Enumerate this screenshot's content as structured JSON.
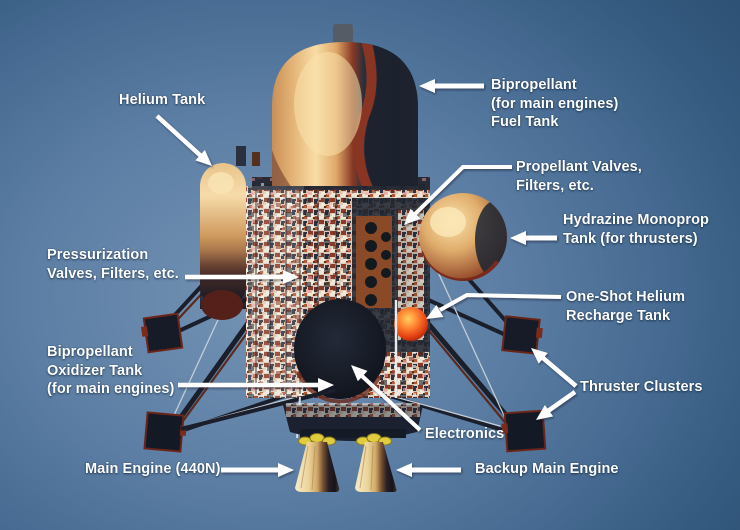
{
  "figure": {
    "description": "Labeled cutaway photo-diagram of a lander spacecraft propulsion system on a blue gradient background"
  },
  "colors": {
    "background_center": "#7493b4",
    "background_edge": "#2a4d70",
    "label_text": "#ffffff",
    "arrow": "#ffffff",
    "tank_tan": "#e3b57c",
    "shadow_navy": "#1c222e",
    "recharge_orange": "#ff5818"
  },
  "labels": {
    "helium_tank": {
      "lines": [
        "Helium Tank"
      ]
    },
    "fuel_tank": {
      "lines": [
        "Bipropellant",
        "(for main engines)",
        "Fuel Tank"
      ]
    },
    "propellant_valves": {
      "lines": [
        "Propellant Valves,",
        "Filters, etc."
      ]
    },
    "hydrazine_tank": {
      "lines": [
        "Hydrazine Monoprop",
        "Tank (for thrusters)"
      ]
    },
    "pressurization_valves": {
      "lines": [
        "Pressurization",
        "Valves, Filters, etc."
      ]
    },
    "recharge_tank": {
      "lines": [
        "One-Shot Helium",
        "Recharge Tank"
      ]
    },
    "oxidizer_tank": {
      "lines": [
        "Bipropellant",
        "Oxidizer Tank",
        "(for main engines)"
      ]
    },
    "thruster_clusters": {
      "lines": [
        "Thruster Clusters"
      ]
    },
    "electronics": {
      "lines": [
        "Electronics"
      ]
    },
    "main_engine": {
      "lines": [
        "Main Engine (440N)"
      ]
    },
    "backup_engine": {
      "lines": [
        "Backup Main Engine"
      ]
    }
  }
}
